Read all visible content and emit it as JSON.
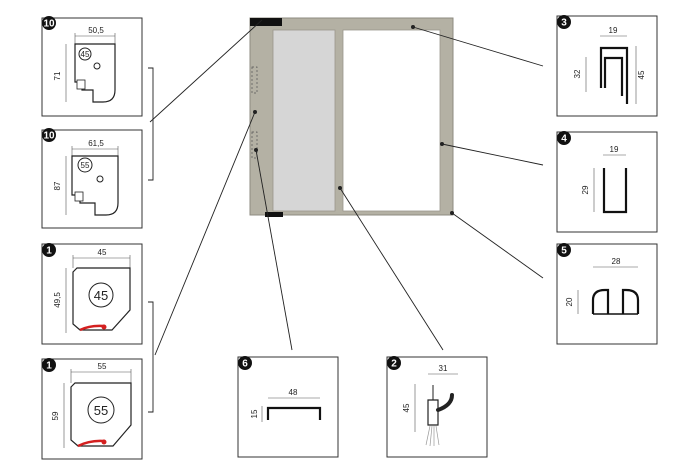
{
  "panels": {
    "p10a": {
      "badge": "10",
      "width": "50,5",
      "height": "71",
      "size": "45"
    },
    "p10b": {
      "badge": "10",
      "width": "61,5",
      "height": "87",
      "size": "55"
    },
    "p1a": {
      "badge": "1",
      "width": "45",
      "height": "49,5",
      "size": "45"
    },
    "p1b": {
      "badge": "1",
      "width": "55",
      "height": "59",
      "size": "55"
    },
    "p6": {
      "badge": "6",
      "width": "48",
      "height": "15"
    },
    "p2": {
      "badge": "2",
      "width": "31",
      "height": "45"
    },
    "p3": {
      "badge": "3",
      "width": "19",
      "height_left": "32",
      "height_right": "45"
    },
    "p4": {
      "badge": "4",
      "width": "19",
      "height": "29"
    },
    "p5": {
      "badge": "5",
      "width": "28",
      "height": "20"
    }
  },
  "colors": {
    "frame": "#b4b1a4",
    "frame_edge": "#8e8b80",
    "fixed_pane": "#d6d6d6",
    "sliding_pane": "#ffffff",
    "seal_red": "#d42020",
    "badge": "#111111"
  }
}
